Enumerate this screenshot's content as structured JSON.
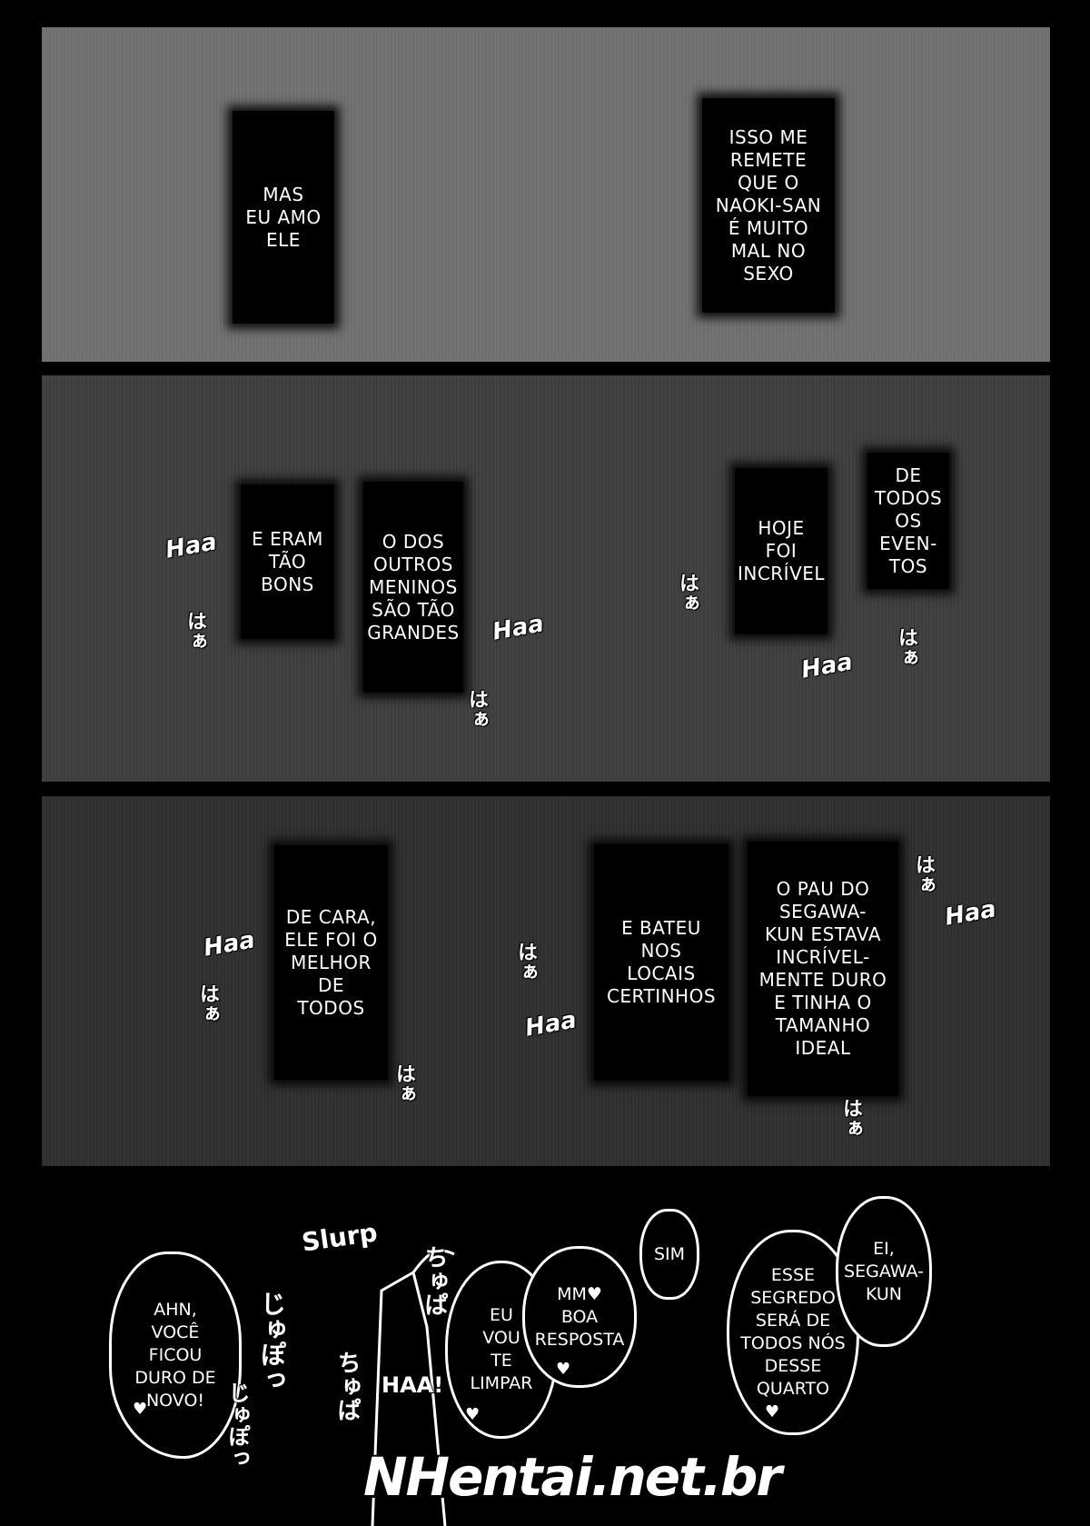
{
  "panel1": {
    "caption_left": "MAS\nEU AMO\nELE",
    "caption_right": "ISSO ME\nREMETE\nQUE O\nNAOKI-SAN\nÉ MUITO\nMAL NO\nSEXO"
  },
  "panel2": {
    "caption_1": "E ERAM\nTÃO\nBONS",
    "caption_2": "O DOS\nOUTROS\nMENINOS\nSÃO TÃO\nGRANDES",
    "caption_3": "HOJE\nFOI\nINCRÍVEL",
    "caption_4": "DE\nTODOS\nOS\nEVEN-\nTOS",
    "sfx_haa": "Haa",
    "sfx_vertical": "はぁ"
  },
  "panel3": {
    "caption_1": "DE CARA,\nELE FOI O\nMELHOR\nDE\nTODOS",
    "caption_2": "E BATEU\nNOS\nLOCAIS\nCERTINHOS",
    "caption_3": "O PAU DO\nSEGAWA-\nKUN ESTAVA\nINCRÍVEL-\nMENTE DURO\nE TINHA O\nTAMANHO\nIDEAL",
    "sfx_haa": "Haa",
    "sfx_vertical": "はぁ"
  },
  "panel4": {
    "bubble_ahn": "AHN,\nVOCÊ\nFICOU\nDURO DE\nNOVO!",
    "bubble_eu": "EU\nVOU\nTE\nLIMPAR",
    "bubble_mm": "MM♥\nBOA\nRESPOSTA",
    "bubble_sim": "SIM",
    "bubble_esse": "ESSE\nSEGREDO\nSERÁ DE\nTODOS NÓS\nDESSE\nQUARTO",
    "bubble_ei": "EI,\nSEGAWA-\nKUN",
    "sfx_slurp": "Slurp",
    "sfx_haa_exclaim": "HAA!",
    "sfx_jupo": "じゅぽっ",
    "sfx_chupa": "ちゅぱ",
    "heart": "♥"
  },
  "watermark": "NHentai.net.br"
}
